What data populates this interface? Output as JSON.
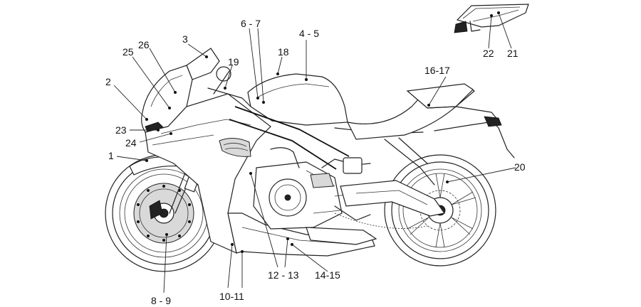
{
  "callouts": [
    {
      "id": "c1",
      "label": "1"
    },
    {
      "id": "c2",
      "label": "2"
    },
    {
      "id": "c3",
      "label": "3"
    },
    {
      "id": "c45",
      "label": "4 - 5"
    },
    {
      "id": "c67",
      "label": "6 - 7"
    },
    {
      "id": "c89",
      "label": "8 - 9"
    },
    {
      "id": "c1011",
      "label": "10-11"
    },
    {
      "id": "c1213",
      "label": "12 - 13"
    },
    {
      "id": "c1415",
      "label": "14-15"
    },
    {
      "id": "c1617",
      "label": "16-17"
    },
    {
      "id": "c18",
      "label": "18"
    },
    {
      "id": "c19",
      "label": "19"
    },
    {
      "id": "c20",
      "label": "20"
    },
    {
      "id": "c21",
      "label": "21"
    },
    {
      "id": "c22",
      "label": "22"
    },
    {
      "id": "c23",
      "label": "23"
    },
    {
      "id": "c24",
      "label": "24"
    },
    {
      "id": "c25",
      "label": "25"
    },
    {
      "id": "c26",
      "label": "26"
    }
  ]
}
